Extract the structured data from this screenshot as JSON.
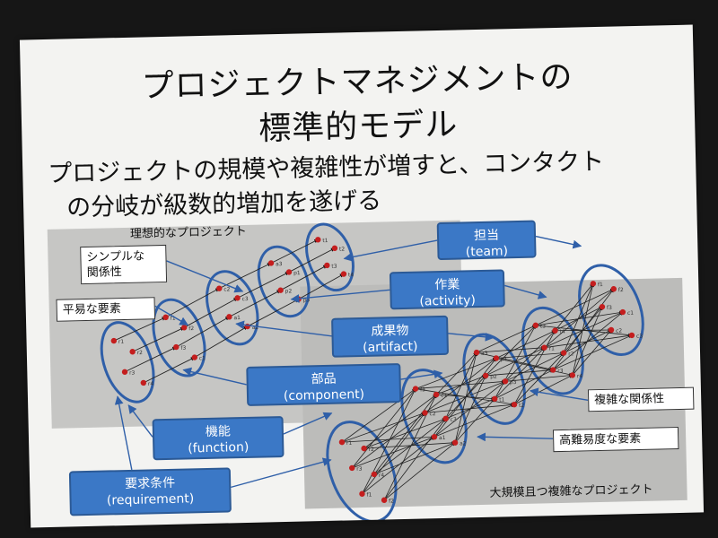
{
  "title": {
    "line1": "プロジェクトマネジメントの",
    "line2": "標準的モデル"
  },
  "subtitle": {
    "line1": "プロジェクトの規模や複雑性が増すと、コンタクト",
    "line2": "の分岐が級数的増加を遂げる"
  },
  "captions": {
    "ideal": "理想的なプロジェクト",
    "large": "大規模且つ複雑なプロジェクト"
  },
  "notes": {
    "simple_relation": "シンプルな\n関係性",
    "easy_element": "平易な要素",
    "complex_relation": "複雑な関係性",
    "difficult_element": "高難易度な要素"
  },
  "layers": [
    {
      "ja": "担当",
      "en": "(team)"
    },
    {
      "ja": "作業",
      "en": "(activity)"
    },
    {
      "ja": "成果物",
      "en": "(artifact)"
    },
    {
      "ja": "部品",
      "en": "(component)"
    },
    {
      "ja": "機能",
      "en": "(function)"
    },
    {
      "ja": "要求条件",
      "en": "(requirement)"
    }
  ],
  "node_labels": [
    "r1",
    "r2",
    "r3",
    "r4",
    "f1",
    "f2",
    "f3",
    "c1",
    "c2",
    "c3",
    "a1",
    "a2",
    "a3",
    "p1",
    "p2",
    "p3",
    "t1",
    "t2",
    "t3",
    "t4"
  ],
  "colors": {
    "box_fill": "#3b78c6",
    "ellipse_stroke": "#2f5fa8",
    "node": "#c41e1e",
    "panel": "#bdbdbd"
  }
}
